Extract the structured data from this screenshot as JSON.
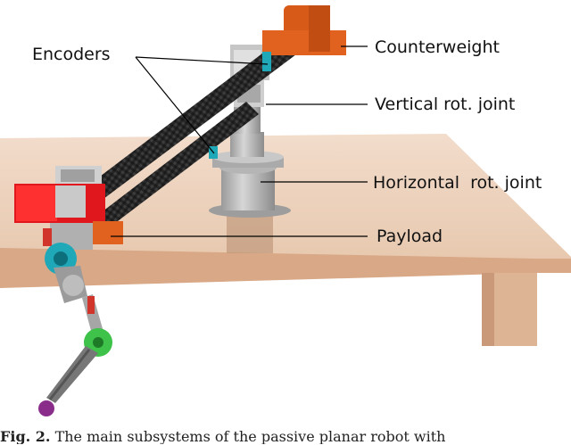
{
  "labels": {
    "encoders": "Encoders",
    "counterweight": "Counterweight",
    "vertical_joint": "Vertical rot. joint",
    "horizontal_joint": "Horizontal  rot. joint",
    "payload": "Payload"
  },
  "caption": {
    "prefix": "Fig. 2.",
    "text": "The main subsystems of the passive planar robot with"
  },
  "colors": {
    "wood": "#e9cdb6",
    "counterweight": "#e0621e",
    "red_block": "#e0181e",
    "carbon_tube": "#2a2a2a",
    "metal": "#bfbfbf",
    "encoder_teal": "#1fa8b8",
    "green_wheel": "#3ec24a",
    "purple_tip": "#8a2d8a"
  }
}
